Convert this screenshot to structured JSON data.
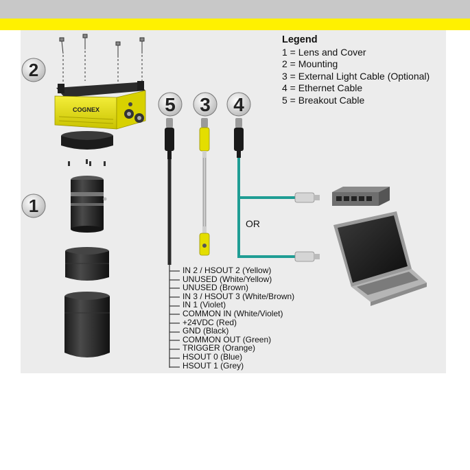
{
  "colors": {
    "header_bar": "#c8c8c8",
    "accent_bar": "#fff100",
    "camera_yellow": "#e6e000",
    "ethernet_cable": "#1f9d94",
    "breakout_cable": "#2a2a2a",
    "light_cable": "#9a9a9a"
  },
  "legend": {
    "title": "Legend",
    "items": [
      "1 = Lens and Cover",
      "2 = Mounting",
      "3 = External Light Cable (Optional)",
      "4 = Ethernet Cable",
      "5 = Breakout Cable"
    ]
  },
  "callouts": {
    "lens": "1",
    "mounting": "2",
    "breakout": "5",
    "light": "3",
    "ethernet": "4"
  },
  "camera_brand": "COGNEX",
  "or_label": "OR",
  "pins": [
    "IN 2 / HSOUT 2 (Yellow)",
    "UNUSED (White/Yellow)",
    "UNUSED (Brown)",
    "IN 3 / HSOUT 3 (White/Brown)",
    "IN 1 (Violet)",
    "COMMON IN (White/Violet)",
    "+24VDC (Red)",
    "GND (Black)",
    "COMMON OUT (Green)",
    "TRIGGER (Orange)",
    "HSOUT 0 (Blue)",
    "HSOUT 1 (Grey)"
  ]
}
